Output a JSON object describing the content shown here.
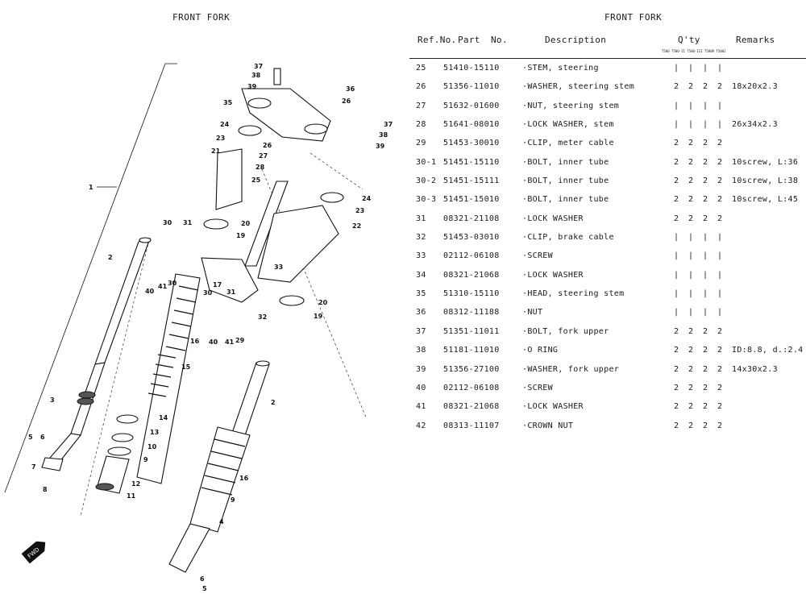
{
  "titles": {
    "left": "FRONT FORK",
    "right": "FRONT FORK"
  },
  "table": {
    "headers": {
      "ref": "Ref.No.",
      "part": "Part",
      "part_no": "No.",
      "description": "Description",
      "qty": "Q'ty",
      "remarks": "Remarks"
    },
    "models": "T500 T500-II T500-III T500R T500J",
    "rows": [
      {
        "ref": "25",
        "part": "51410-15110",
        "desc": "·STEM, steering",
        "q": [
          "|",
          "|",
          "|",
          "|"
        ],
        "remarks": ""
      },
      {
        "ref": "26",
        "part": "51356-11010",
        "desc": "·WASHER, steering stem",
        "q": [
          "2",
          "2",
          "2",
          "2"
        ],
        "remarks": "18x20x2.3"
      },
      {
        "ref": "27",
        "part": "51632-01600",
        "desc": "·NUT, steering stem",
        "q": [
          "|",
          "|",
          "|",
          "|"
        ],
        "remarks": ""
      },
      {
        "ref": "28",
        "part": "51641-08010",
        "desc": "·LOCK WASHER, stem",
        "q": [
          "|",
          "|",
          "|",
          "|"
        ],
        "remarks": "26x34x2.3"
      },
      {
        "ref": "29",
        "part": "51453-30010",
        "desc": "·CLIP, meter cable",
        "q": [
          "2",
          "2",
          "2",
          "2"
        ],
        "remarks": ""
      },
      {
        "ref": "30-1",
        "part": "51451-15110",
        "desc": "·BOLT, inner tube",
        "q": [
          "2",
          "2",
          "2",
          "2"
        ],
        "remarks": "10screw, L:36"
      },
      {
        "ref": "30-2",
        "part": "51451-15111",
        "desc": "·BOLT, inner tube",
        "q": [
          "2",
          "2",
          "2",
          "2"
        ],
        "remarks": "10screw, L:38"
      },
      {
        "ref": "30-3",
        "part": "51451-15010",
        "desc": "·BOLT, inner tube",
        "q": [
          "2",
          "2",
          "2",
          "2"
        ],
        "remarks": "10screw, L:45"
      },
      {
        "ref": "31",
        "part": "08321-21108",
        "desc": "·LOCK WASHER",
        "q": [
          "2",
          "2",
          "2",
          "2"
        ],
        "remarks": ""
      },
      {
        "ref": "32",
        "part": "51453-03010",
        "desc": "·CLIP, brake cable",
        "q": [
          "|",
          "|",
          "|",
          "|"
        ],
        "remarks": ""
      },
      {
        "ref": "33",
        "part": "02112-06108",
        "desc": "·SCREW",
        "q": [
          "|",
          "|",
          "|",
          "|"
        ],
        "remarks": ""
      },
      {
        "ref": "34",
        "part": "08321-21068",
        "desc": "·LOCK WASHER",
        "q": [
          "|",
          "|",
          "|",
          "|"
        ],
        "remarks": ""
      },
      {
        "ref": "35",
        "part": "51310-15110",
        "desc": "·HEAD, steering stem",
        "q": [
          "|",
          "|",
          "|",
          "|"
        ],
        "remarks": ""
      },
      {
        "ref": "36",
        "part": "08312-11188",
        "desc": "·NUT",
        "q": [
          "|",
          "|",
          "|",
          "|"
        ],
        "remarks": ""
      },
      {
        "ref": "37",
        "part": "51351-11011",
        "desc": "·BOLT, fork upper",
        "q": [
          "2",
          "2",
          "2",
          "2"
        ],
        "remarks": ""
      },
      {
        "ref": "38",
        "part": "51181-11010",
        "desc": "·O RING",
        "q": [
          "2",
          "2",
          "2",
          "2"
        ],
        "remarks": "ID:8.8, d.:2.4"
      },
      {
        "ref": "39",
        "part": "51356-27100",
        "desc": "·WASHER, fork upper",
        "q": [
          "2",
          "2",
          "2",
          "2"
        ],
        "remarks": "14x30x2.3"
      },
      {
        "ref": "40",
        "part": "02112-06108",
        "desc": "·SCREW",
        "q": [
          "2",
          "2",
          "2",
          "2"
        ],
        "remarks": ""
      },
      {
        "ref": "41",
        "part": "08321-21068",
        "desc": "·LOCK WASHER",
        "q": [
          "2",
          "2",
          "2",
          "2"
        ],
        "remarks": ""
      },
      {
        "ref": "42",
        "part": "08313-11107",
        "desc": "·CROWN NUT",
        "q": [
          "2",
          "2",
          "2",
          "2"
        ],
        "remarks": ""
      }
    ]
  },
  "diagram": {
    "fwd_label": "FWD",
    "callouts": {
      "c1": "1",
      "c2a": "2",
      "c2b": "2",
      "c3": "3",
      "c4": "4",
      "c5a": "5",
      "c5b": "5",
      "c6a": "6",
      "c6b": "6",
      "c7": "7",
      "c8": "8",
      "c9a": "9",
      "c9b": "9",
      "c10": "10",
      "c11": "11",
      "c12": "12",
      "c13": "13",
      "c14": "14",
      "c15": "15",
      "c16a": "16",
      "c16b": "16",
      "c17": "17",
      "c19a": "19",
      "c19b": "19",
      "c20a": "20",
      "c20b": "20",
      "c21": "21",
      "c22": "22",
      "c23a": "23",
      "c23b": "23",
      "c24a": "24",
      "c24b": "24",
      "c25": "25",
      "c26a": "26",
      "c26b": "26",
      "c27": "27",
      "c28": "28",
      "c29": "29",
      "c30a": "30",
      "c30b": "30",
      "c30c": "30",
      "c31a": "31",
      "c31b": "31",
      "c32": "32",
      "c33": "33",
      "c35": "35",
      "c36": "36",
      "c37a": "37",
      "c37b": "37",
      "c38a": "38",
      "c38b": "38",
      "c39a": "39",
      "c39b": "39",
      "c40a": "40",
      "c40b": "40",
      "c41a": "41",
      "c41b": "41"
    }
  }
}
